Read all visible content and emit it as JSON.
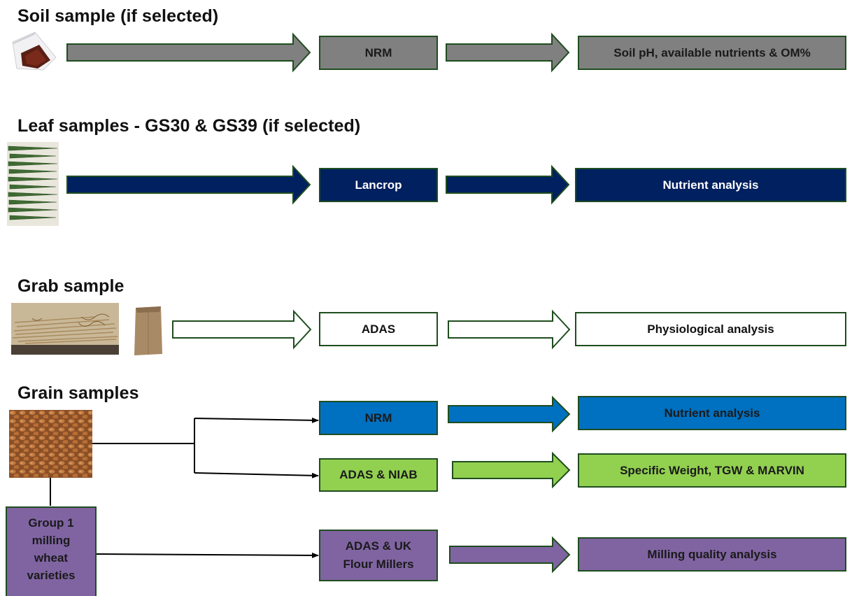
{
  "colors": {
    "soil": "#808080",
    "leaf": "#002060",
    "grab": "#ffffff",
    "grain_nrm": "#0070c0",
    "grain_adas_niab": "#92d050",
    "milling": "#8064a2",
    "border": "#1f4d1f"
  },
  "rows": {
    "soil": {
      "heading": "Soil sample (if selected)",
      "lab": "NRM",
      "result": "Soil pH, available nutrients & OM%",
      "image": "soil-sample-bag-image"
    },
    "leaf": {
      "heading": "Leaf samples - GS30 & GS39 (if selected)",
      "lab": "Lancrop",
      "result": "Nutrient analysis",
      "image": "leaf-samples-image"
    },
    "grab": {
      "heading": "Grab sample",
      "lab": "ADAS",
      "result": "Physiological analysis",
      "images": [
        "grab-sample-plants-image",
        "paper-bag-image"
      ]
    },
    "grain": {
      "heading": "Grain samples",
      "image": "grain-image",
      "branch_nrm": {
        "lab": "NRM",
        "result": "Nutrient analysis"
      },
      "branch_adas_niab": {
        "lab": "ADAS & NIAB",
        "result": "Specific Weight, TGW & MARVIN"
      },
      "milling": {
        "group_lines": [
          "Group 1",
          "milling",
          "wheat",
          "varieties"
        ],
        "lab_lines": [
          "ADAS & UK",
          "Flour Millers"
        ],
        "result": "Milling quality analysis"
      }
    }
  }
}
